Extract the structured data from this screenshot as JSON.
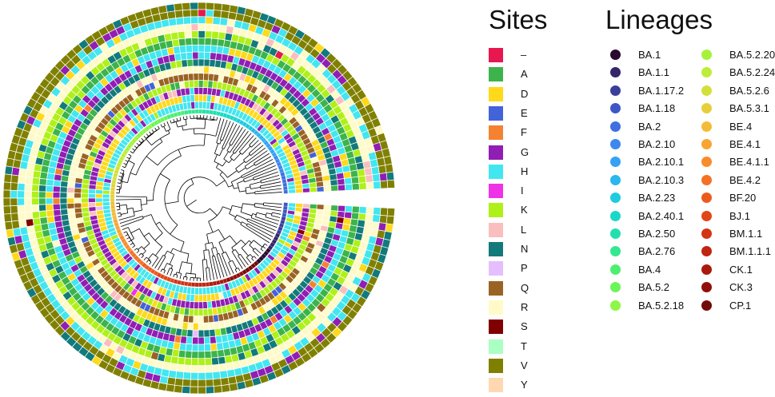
{
  "legends": {
    "sites_title": "Sites",
    "lineages_title": "Lineages"
  },
  "sites": [
    {
      "label": "–",
      "color": "#e8174f"
    },
    {
      "label": "A",
      "color": "#3cb44b"
    },
    {
      "label": "D",
      "color": "#ffd91a"
    },
    {
      "label": "E",
      "color": "#4363d8"
    },
    {
      "label": "F",
      "color": "#f58231"
    },
    {
      "label": "G",
      "color": "#911eb4"
    },
    {
      "label": "H",
      "color": "#42e6f0"
    },
    {
      "label": "I",
      "color": "#f032e6"
    },
    {
      "label": "K",
      "color": "#b0f01a"
    },
    {
      "label": "L",
      "color": "#fabebe"
    },
    {
      "label": "N",
      "color": "#127a7a"
    },
    {
      "label": "P",
      "color": "#e6beff"
    },
    {
      "label": "Q",
      "color": "#9a6324"
    },
    {
      "label": "R",
      "color": "#fffac8"
    },
    {
      "label": "S",
      "color": "#800000"
    },
    {
      "label": "T",
      "color": "#aaffc3"
    },
    {
      "label": "V",
      "color": "#808000"
    },
    {
      "label": "Y",
      "color": "#ffd8b1"
    }
  ],
  "lineages_col1": [
    {
      "label": "BA.1",
      "color": "#2a0a2e"
    },
    {
      "label": "BA.1.1",
      "color": "#35256b"
    },
    {
      "label": "BA.1.17.2",
      "color": "#3a3f9a"
    },
    {
      "label": "BA.1.18",
      "color": "#3d57c4"
    },
    {
      "label": "BA.2",
      "color": "#3f6fe0"
    },
    {
      "label": "BA.2.10",
      "color": "#3d88ee"
    },
    {
      "label": "BA.2.10.1",
      "color": "#35a2f3"
    },
    {
      "label": "BA.2.10.3",
      "color": "#2ab8ee"
    },
    {
      "label": "BA.2.23",
      "color": "#1fcbe0"
    },
    {
      "label": "BA.2.40.1",
      "color": "#1ad8c9"
    },
    {
      "label": "BA.2.50",
      "color": "#22e0ad"
    },
    {
      "label": "BA.2.76",
      "color": "#33e88f"
    },
    {
      "label": "BA.4",
      "color": "#4def72"
    },
    {
      "label": "BA.5.2",
      "color": "#6cf559"
    },
    {
      "label": "BA.5.2.18",
      "color": "#8ef746"
    }
  ],
  "lineages_col2": [
    {
      "label": "BA.5.2.20",
      "color": "#a6f23b"
    },
    {
      "label": "BA.5.2.24",
      "color": "#bded38"
    },
    {
      "label": "BA.5.2.6",
      "color": "#d3e03a"
    },
    {
      "label": "BA.5.3.1",
      "color": "#e6cf3a"
    },
    {
      "label": "BE.4",
      "color": "#f3bb37"
    },
    {
      "label": "BE.4.1",
      "color": "#f9a432"
    },
    {
      "label": "BE.4.1.1",
      "color": "#f98b2b"
    },
    {
      "label": "BE.4.2",
      "color": "#f47224"
    },
    {
      "label": "BF.20",
      "color": "#ec5b1e"
    },
    {
      "label": "BJ.1",
      "color": "#e04618"
    },
    {
      "label": "BM.1.1",
      "color": "#d23414"
    },
    {
      "label": "BM.1.1.1",
      "color": "#c02510"
    },
    {
      "label": "CK.1",
      "color": "#aa190c"
    },
    {
      "label": "CK.3",
      "color": "#901009"
    },
    {
      "label": "CP.1",
      "color": "#730a07"
    }
  ],
  "style": {
    "branch_color": "#000000",
    "background": "#ffffff"
  }
}
